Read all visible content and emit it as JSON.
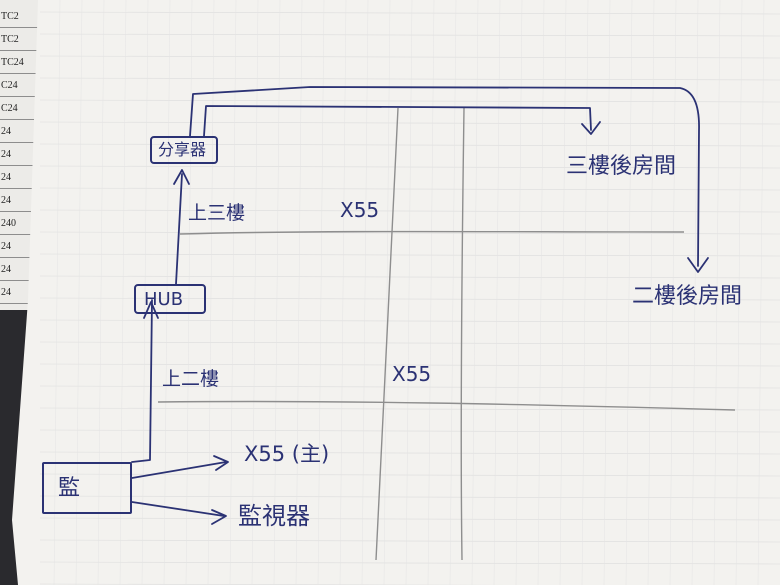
{
  "under_sheet": {
    "row_labels": [
      "TC2",
      "TC2",
      "TC24",
      "C24",
      "C24",
      "24",
      "24",
      "24",
      "24",
      "240",
      "24",
      "24",
      "24"
    ]
  },
  "diagram": {
    "splitter": "分享器",
    "hub": "HUB",
    "main_box": "監",
    "floor3_label": "上三樓",
    "floor2_label": "上二樓",
    "x55_upper": "X55",
    "x55_mid": "X55",
    "x55_main": "X55 (主)",
    "monitor": "監視器",
    "third_floor_room": "三樓後房間",
    "second_floor_room": "二樓後房間"
  },
  "colors": {
    "ink": "#2b3274",
    "pencil": "#8e8e8e",
    "paper": "#f3f2ef"
  }
}
